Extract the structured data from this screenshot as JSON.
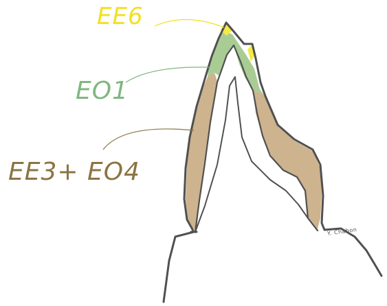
{
  "labels": {
    "ee6": "EE6",
    "eo1": "EO1",
    "ee3_eo4": "EE3+ EO4",
    "signature": "Y. Chabon"
  },
  "colors": {
    "ee6": "#f2e01e",
    "eo1": "#7fb77e",
    "ee3_eo4": "#8a7442",
    "tan_fill": "#c9ad84",
    "green_fill": "#a4c98f",
    "yellow_fill": "#f5ea45",
    "outline": "#505050"
  }
}
